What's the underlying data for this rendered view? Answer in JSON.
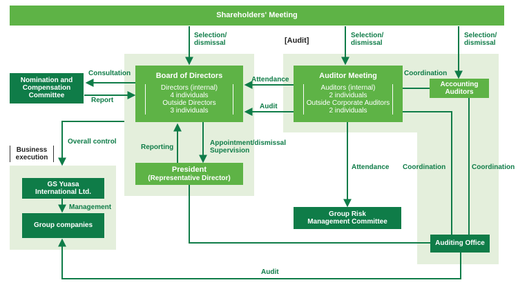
{
  "shareholders": "Shareholders' Meeting",
  "audit_header": "[Audit]",
  "board": {
    "title": "Board of Directors",
    "lines": [
      "Directors (internal)",
      "4 individuals",
      "Outside Directors",
      "3 individuals"
    ]
  },
  "auditor_meeting": {
    "title": "Auditor Meeting",
    "lines": [
      "Auditors (internal)",
      "2 individuals",
      "Outside Corporate Auditors",
      "2 individuals"
    ]
  },
  "accounting": [
    "Accounting",
    "Auditors"
  ],
  "nomination": [
    "Nomination and",
    "Compensation",
    "Committee"
  ],
  "president": [
    "President",
    "(Representative Director)"
  ],
  "business_execution": [
    "Business",
    "execution"
  ],
  "gs_yuasa": [
    "GS Yuasa",
    "International Ltd."
  ],
  "group_companies": "Group companies",
  "group_risk": [
    "Group Risk",
    "Management Committee"
  ],
  "auditing_office": "Auditing Office",
  "labels": {
    "selection1": [
      "Selection/",
      "dismissal"
    ],
    "selection2": [
      "Selection/",
      "dismissal"
    ],
    "selection3": [
      "Selection/",
      "dismissal"
    ],
    "consultation": "Consultation",
    "report": "Report",
    "attendance_top": "Attendance",
    "audit_mid": "Audit",
    "coordination_top": "Coordination",
    "overall_control": "Overall control",
    "reporting": "Reporting",
    "appointment": [
      "Appointment/dismissal",
      "Supervision"
    ],
    "attendance_mid": "Attendance",
    "coordination_left": "Coordination",
    "coordination_right": "Coordination",
    "management": "Management",
    "audit_bottom": "Audit"
  },
  "colors": {
    "dark_green": "#0f7c48",
    "mid_green": "#5eb346",
    "zone": "#e4efdc"
  }
}
